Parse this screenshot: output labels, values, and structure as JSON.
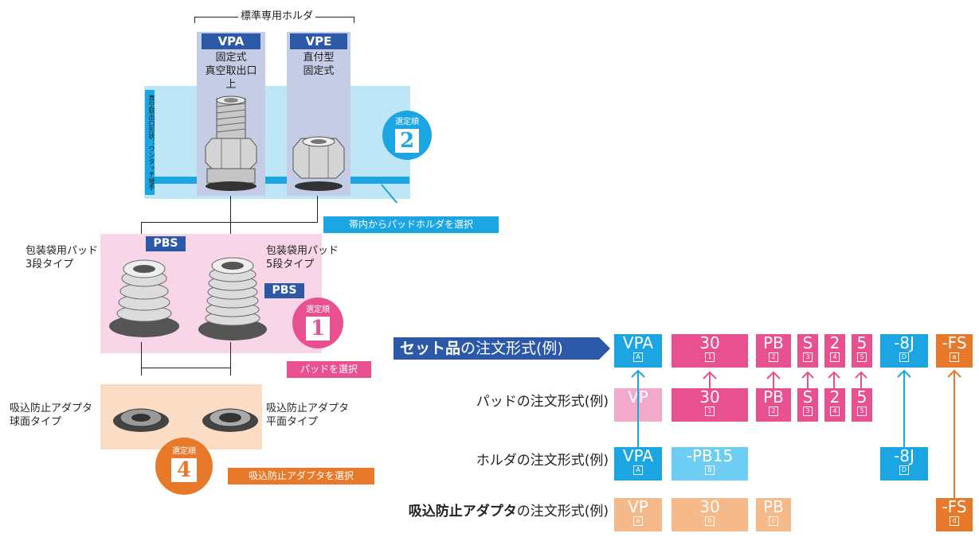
{
  "colors": {
    "holder_band": "#bfe6f7",
    "pad_band": "#f8d6e8",
    "adapter_band": "#fbdcc4",
    "holder_col": "#c5cde6",
    "navy": "#2b59a8",
    "cyan": "#1ba6e3",
    "pink": "#e8508f",
    "orange": "#e8792b",
    "light_pink": "#f2a9ca",
    "light_cyan": "#6dcdf2",
    "light_orange": "#f5b98a"
  },
  "diagram": {
    "holder_header": "標準専用ホルダ",
    "holder_side_label": "真空取出口形状：ワンタッチ継手",
    "holders": [
      {
        "code": "VPA",
        "desc": "固定式\n真空取出口\n上"
      },
      {
        "code": "VPE",
        "desc": "直付型\n固定式"
      }
    ],
    "pad_badge": "PBS",
    "pad_left": "包装袋用パッド\n3段タイプ",
    "pad_right": "包装袋用パッド\n5段タイプ",
    "adapter_left": "吸込防止アダプタ\n球面タイプ",
    "adapter_right": "吸込防止アダプタ\n平面タイプ",
    "step_caption": "選定順",
    "steps": {
      "holder": "2",
      "pad": "1",
      "adapter": "4"
    },
    "callouts": {
      "holder": "帯内からパッドホルダを選択",
      "pad": "パッドを選択",
      "adapter": "吸込防止アダプタを選択"
    },
    "icons": [
      "push-in-fitting-icon",
      "vacuum-pad-icon",
      "adapter-icon",
      "arrow-icon"
    ]
  },
  "order_table": {
    "title_bold": "セット品",
    "title_rest": "の注文形式(例)",
    "row_labels": {
      "pad": {
        "bold": "",
        "rest": "パッドの注文形式(例)"
      },
      "holder": {
        "bold": "",
        "rest": "ホルダの注文形式(例)"
      },
      "adapter": {
        "bold": "吸込防止アダプタ",
        "rest": "の注文形式(例)"
      }
    },
    "set_row": [
      {
        "code": "VPA",
        "idx": "A"
      },
      {
        "code": "30",
        "idx": "1"
      },
      {
        "code": "PB",
        "idx": "2"
      },
      {
        "code": "S",
        "idx": "3"
      },
      {
        "code": "2",
        "idx": "4"
      },
      {
        "code": "5",
        "idx": "5"
      },
      {
        "code": "-8J",
        "idx": "D"
      },
      {
        "code": "-FS",
        "idx": "a"
      }
    ],
    "pad_row": [
      {
        "code": "VP",
        "idx": ""
      },
      {
        "code": "30",
        "idx": "1"
      },
      {
        "code": "PB",
        "idx": "2"
      },
      {
        "code": "S",
        "idx": "3"
      },
      {
        "code": "2",
        "idx": "4"
      },
      {
        "code": "5",
        "idx": "5"
      }
    ],
    "holder_row": [
      {
        "code": "VPA",
        "idx": "A"
      },
      {
        "code": "-PB15",
        "idx": "B"
      },
      {
        "code": "-8J",
        "idx": "D"
      }
    ],
    "adapter_row": [
      {
        "code": "VP",
        "idx": "a"
      },
      {
        "code": "30",
        "idx": "b"
      },
      {
        "code": "PB",
        "idx": "c"
      },
      {
        "code": "-FS",
        "idx": "d"
      }
    ]
  }
}
